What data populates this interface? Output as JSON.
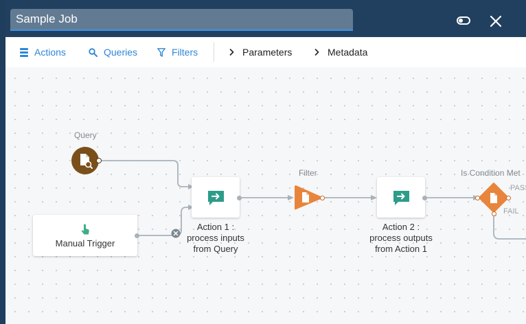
{
  "header": {
    "job_title": "Sample Job"
  },
  "toolbar": {
    "actions_label": "Actions",
    "queries_label": "Queries",
    "filters_label": "Filters",
    "parameters_label": "Parameters",
    "metadata_label": "Metadata"
  },
  "canvas": {
    "query_node": {
      "caption": "Query"
    },
    "trigger_node": {
      "label": "Manual Trigger"
    },
    "action1_node": {
      "label_line1": "Action 1 :",
      "label_line2": "process inputs",
      "label_line3": "from Query"
    },
    "filter_node": {
      "caption": "Filter"
    },
    "action2_node": {
      "label_line1": "Action 2 :",
      "label_line2": "process outputs",
      "label_line3": "from Action 1"
    },
    "condition_node": {
      "caption": "Is Condition Met",
      "pass_label": "PASS",
      "fail_label": "FAIL"
    }
  },
  "colors": {
    "header_bg": "#21405f",
    "accent_blue": "#2f86d6",
    "query_brown": "#7a4f19",
    "filter_orange": "#e8853d",
    "action_teal": "#2e9c8a",
    "trigger_green": "#3fae84"
  },
  "icons": {
    "actions": "stack-icon",
    "queries": "search-icon",
    "filters": "filter-icon",
    "expand": "chevron-right-icon",
    "close": "close-icon",
    "toggle": "toggle-icon",
    "query_node": "document-search-icon",
    "action_node": "message-arrow-icon",
    "filter_node": "document-icon",
    "trigger_node": "touch-icon",
    "delete_edge": "close-circle-icon"
  }
}
